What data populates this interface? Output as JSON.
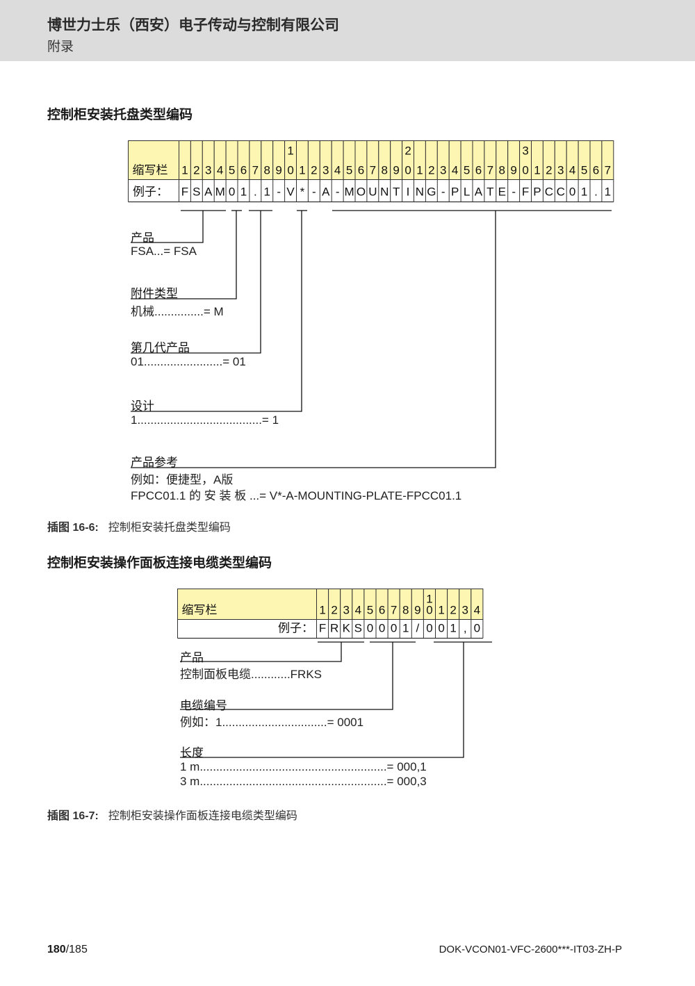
{
  "header": {
    "company": "博世力士乐（西安）电子传动与控制有限公司",
    "section": "附录"
  },
  "figure1": {
    "heading": "控制柜安装托盘类型编码",
    "row_label": "缩写栏",
    "example_label": "例子：",
    "tens": {
      "10": "1",
      "20": "2",
      "30": "3"
    },
    "example": [
      "F",
      "S",
      "A",
      "M",
      "0",
      "1",
      ".",
      "1",
      "-",
      "V",
      "*",
      "-",
      "A",
      "-",
      "M",
      "O",
      "U",
      "N",
      "T",
      "I",
      "N",
      "G",
      "-",
      "P",
      "L",
      "A",
      "T",
      "E",
      "-",
      "F",
      "P",
      "C",
      "C",
      "0",
      "1",
      ".",
      "1"
    ],
    "fields": [
      {
        "title": "产品",
        "lines": [
          "FSA...= FSA"
        ]
      },
      {
        "title": "附件类型",
        "lines": [
          "机械...............= M"
        ]
      },
      {
        "title": "第几代产品",
        "lines": [
          "01........................= 01"
        ]
      },
      {
        "title": "设计",
        "lines": [
          "1......................................= 1"
        ]
      },
      {
        "title": "产品参考",
        "lines": [
          "例如：便捷型，A版",
          "FPCC01.1 的 安 装 板 ...= V*-A-MOUNTING-PLATE-FPCC01.1"
        ]
      }
    ],
    "caption_num": "插图 16-6:",
    "caption_text": "控制柜安装托盘类型编码"
  },
  "figure2": {
    "heading": "控制柜安装操作面板连接电缆类型编码",
    "row_label": "缩写栏",
    "example_label": "例子：",
    "tens": {
      "10": "1"
    },
    "example": [
      "F",
      "R",
      "K",
      "S",
      "0",
      "0",
      "0",
      "1",
      "/",
      "0",
      "0",
      "1",
      ",",
      "0"
    ],
    "fields": [
      {
        "title": "产品",
        "lines": [
          "控制面板电缆............FRKS"
        ]
      },
      {
        "title": "电缆编号",
        "lines": [
          "例如：1................................= 0001"
        ]
      },
      {
        "title": "长度",
        "lines": [
          "1 m.........................................................= 000,1",
          "3 m.........................................................= 000,3"
        ]
      }
    ],
    "caption_num": "插图 16-7:",
    "caption_text": "控制柜安装操作面板连接电缆类型编码"
  },
  "footer": {
    "page_current": "180",
    "page_total": "/185",
    "doc_id": "DOK-VCON01-VFC-2600***-IT03-ZH-P"
  },
  "colors": {
    "header_bg": "#dcdcdc",
    "cell_yellow": "#fdf6b2"
  }
}
